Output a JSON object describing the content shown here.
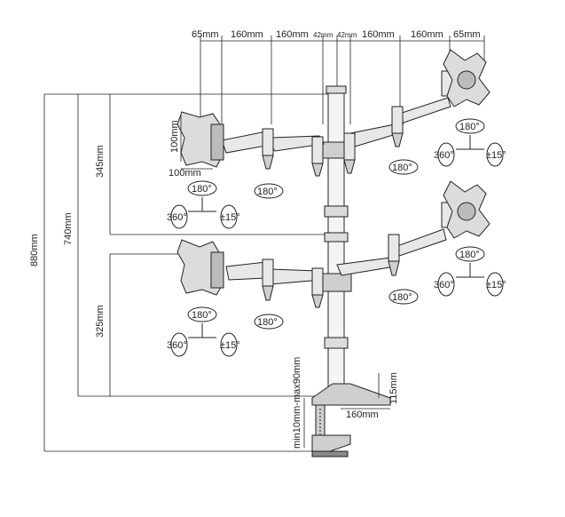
{
  "dimensions": {
    "top": [
      "65mm",
      "160mm",
      "160mm",
      "42mm",
      "42mm",
      "160mm",
      "160mm",
      "65mm"
    ],
    "total_height": "880mm",
    "pole_height": "740mm",
    "upper_spacing": "345mm",
    "lower_spacing": "325mm",
    "vesa_h": "100mm",
    "vesa_w": "100mm",
    "clamp_range": "min10mm-max90mm",
    "clamp_height": "115mm",
    "clamp_depth": "160mm"
  },
  "angles": {
    "swivel": "180°",
    "rotate": "360°",
    "tilt": "±15°"
  },
  "colors": {
    "line": "#222222",
    "fill_light": "#dcdcdc",
    "fill_dark": "#8a8a8a"
  }
}
